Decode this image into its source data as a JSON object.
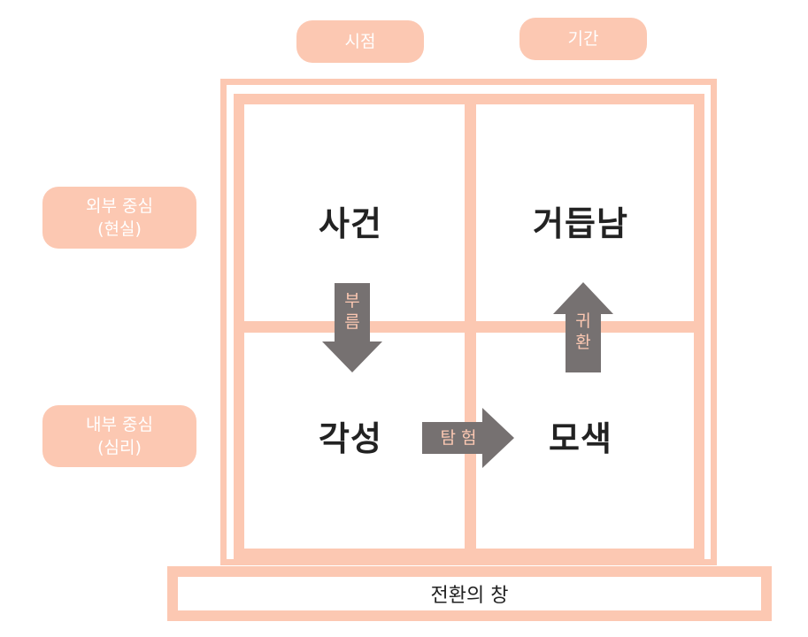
{
  "top_labels": {
    "time_point": "시점",
    "duration": "기간"
  },
  "side_labels": {
    "external": {
      "line1": "외부 중심",
      "line2": "(현실)"
    },
    "internal": {
      "line1": "내부 중심",
      "line2": "(심리)"
    }
  },
  "quadrants": {
    "top_left": "사건",
    "top_right": "거듭남",
    "bottom_left": "각성",
    "bottom_right": "모색"
  },
  "arrows": {
    "call": {
      "char1": "부",
      "char2": "름"
    },
    "exploration": "탐 험",
    "return": {
      "char1": "귀",
      "char2": "환"
    }
  },
  "sill_label": "전환의 창",
  "colors": {
    "peach": "#fcc8b2",
    "arrow_gray": "#767171",
    "text_dark": "#222222"
  }
}
